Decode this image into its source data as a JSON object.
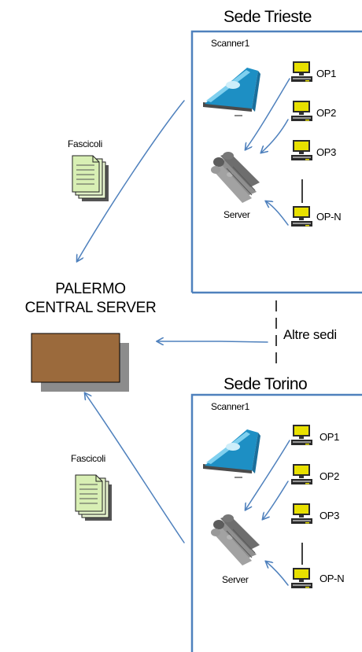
{
  "central": {
    "line1": "PALERMO",
    "line2": "CENTRAL SERVER"
  },
  "sites": [
    {
      "title": "Sede Trieste",
      "scanner": "Scanner1",
      "server": "Server",
      "operators": [
        "OP1",
        "OP2",
        "OP3",
        "OP-N"
      ],
      "fascicoli": "Fascicoli"
    },
    {
      "title": "Sede Torino",
      "scanner": "Scanner1",
      "server": "Server",
      "operators": [
        "OP1",
        "OP2",
        "OP3",
        "OP-N"
      ],
      "fascicoli": "Fascicoli"
    }
  ],
  "other_sites": "Altre sedi",
  "colors": {
    "border": "#4f81bd",
    "arrow": "#4f81bd",
    "server_box": "#9b6a3c",
    "server_shadow": "#8c8c8c",
    "paper": "#d8efb4",
    "monitor": "#e8e000"
  },
  "icons": [
    "scanner-icon",
    "server-cluster-icon",
    "computer-icon",
    "documents-icon"
  ]
}
